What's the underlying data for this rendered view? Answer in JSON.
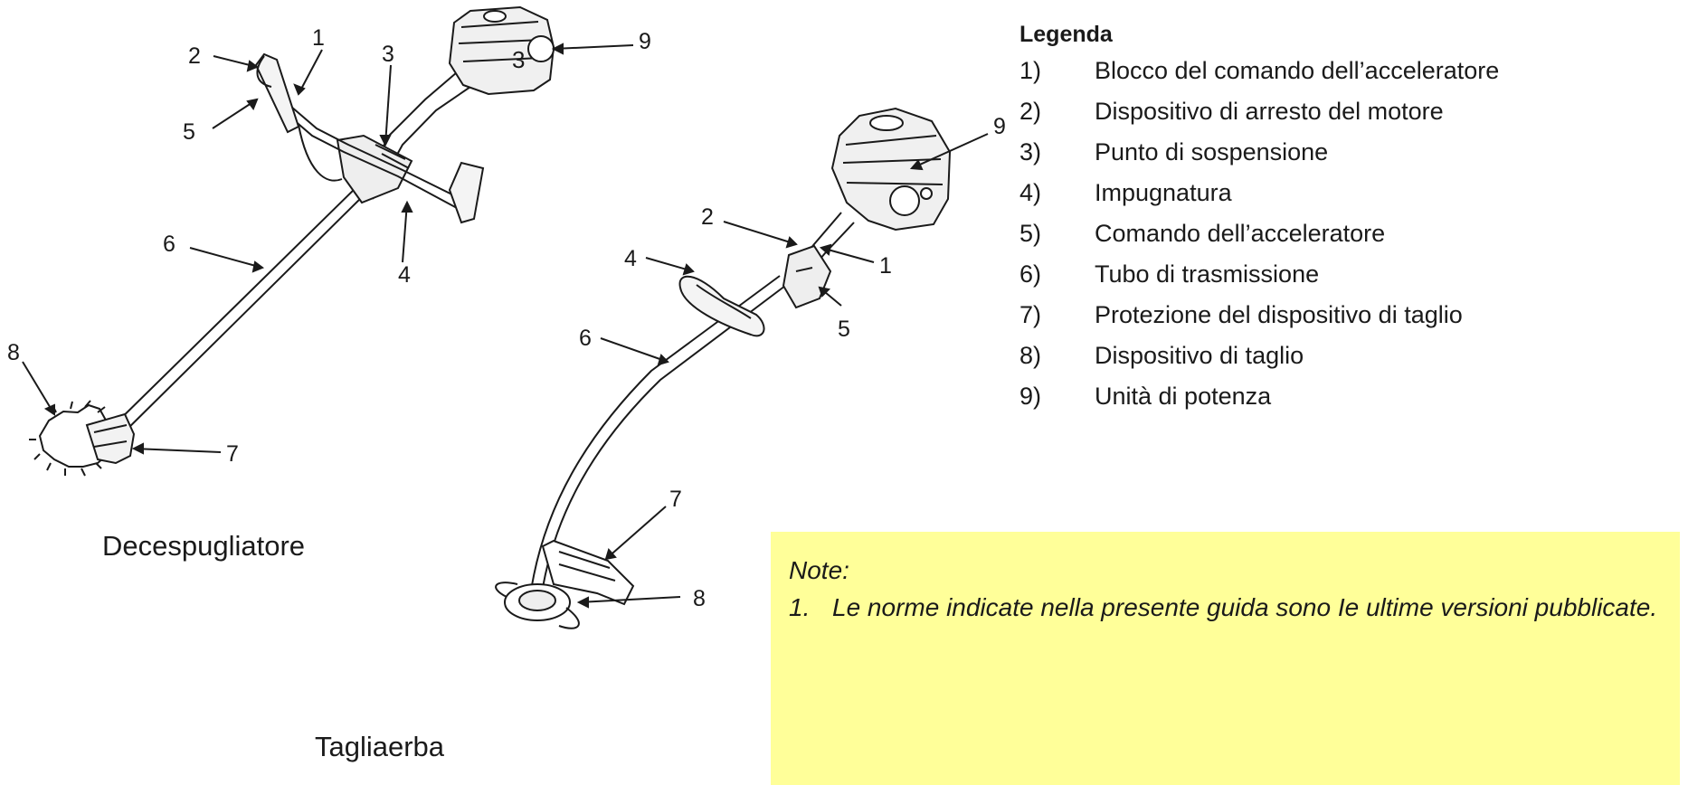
{
  "legend": {
    "title": "Legenda",
    "items": [
      {
        "num": "1)",
        "text": "Blocco del comando dell’acceleratore"
      },
      {
        "num": "2)",
        "text": "Dispositivo di arresto del motore"
      },
      {
        "num": "3)",
        "text": "Punto di sospensione"
      },
      {
        "num": "4)",
        "text": "Impugnatura"
      },
      {
        "num": "5)",
        "text": "Comando dell’acceleratore"
      },
      {
        "num": "6)",
        "text": "Tubo di trasmissione"
      },
      {
        "num": "7)",
        "text": "Protezione del dispositivo di taglio"
      },
      {
        "num": "8)",
        "text": "Dispositivo di taglio"
      },
      {
        "num": "9)",
        "text": "Unità di potenza"
      }
    ]
  },
  "captions": {
    "brushcutter": "Decespugliatore",
    "trimmer": "Tagliaerba"
  },
  "callouts": {
    "n1": "1",
    "n2": "2",
    "n3": "3",
    "n4": "4",
    "n5": "5",
    "n6": "6",
    "n7": "7",
    "n8": "8",
    "n9": "9"
  },
  "note": {
    "label": "Note:",
    "items": [
      {
        "num": "1.",
        "text": "Le norme indicate nella presente guida sono Ie ultime versioni pubblicate."
      }
    ]
  }
}
